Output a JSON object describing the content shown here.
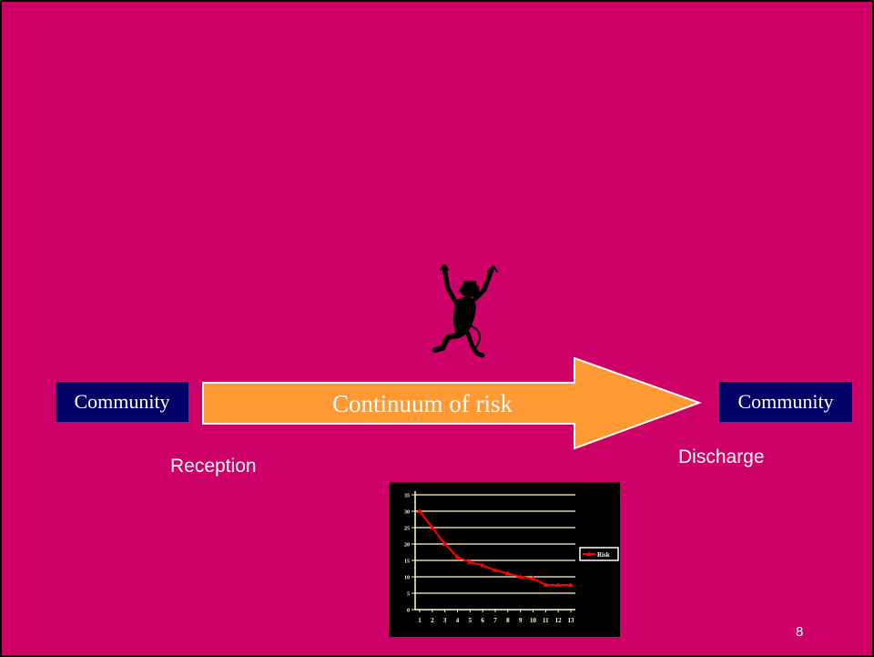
{
  "slide": {
    "background": "#cc0066",
    "box_color": "#000066",
    "arrow_color": "#ff9933",
    "left_box": "Community",
    "right_box": "Community",
    "arrow_label": "Continuum of risk",
    "left_caption": "Reception",
    "right_caption": "Discharge",
    "page_number": "8",
    "figure_icon": "running-figure-icon"
  },
  "chart_data": {
    "type": "line",
    "x": [
      1,
      2,
      3,
      4,
      5,
      6,
      7,
      8,
      9,
      10,
      11,
      12,
      13
    ],
    "series": [
      {
        "name": "Risk",
        "values": [
          30,
          25,
          20,
          16,
          14.5,
          13.5,
          12,
          11,
          10,
          9.5,
          7.5,
          7.5,
          7.5
        ],
        "color": "#ff0000"
      }
    ],
    "yticks": [
      "0",
      "5",
      "10",
      "15",
      "20",
      "25",
      "30",
      "35"
    ],
    "ylim": [
      0,
      35
    ],
    "grid": true,
    "legend": "right",
    "title": "",
    "xlabel": "",
    "ylabel": ""
  }
}
